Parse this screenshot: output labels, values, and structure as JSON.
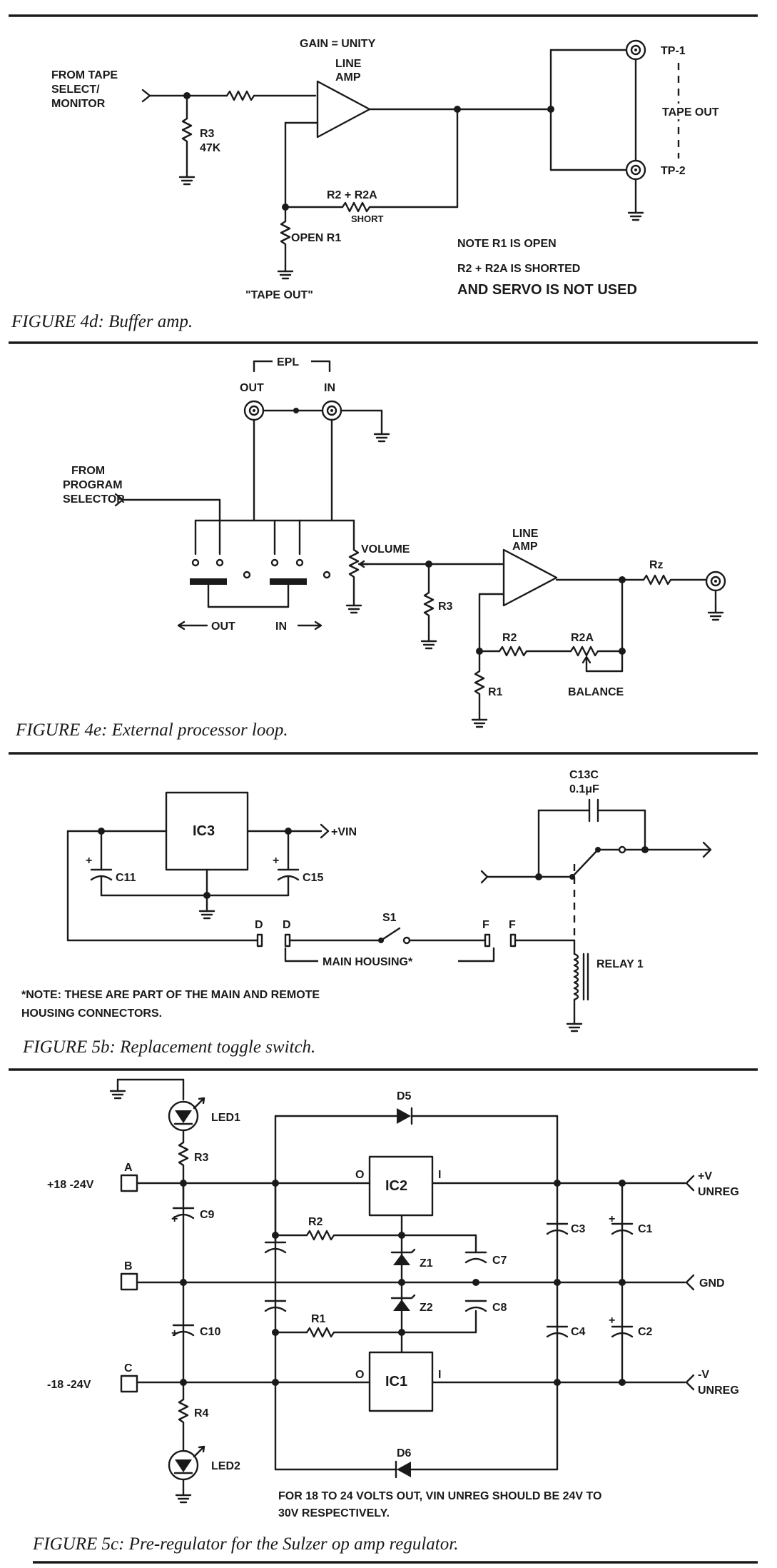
{
  "fig4d": {
    "caption": "FIGURE 4d: Buffer amp.",
    "gain": "GAIN = UNITY",
    "source": [
      "FROM TAPE",
      "SELECT/",
      "MONITOR"
    ],
    "amp": [
      "LINE",
      "AMP"
    ],
    "r3": [
      "R3",
      "47K"
    ],
    "r2": "R2   +   R2A",
    "short": "SHORT",
    "r1": "OPEN R1",
    "tape_out_q": "\"TAPE OUT\"",
    "tp1": "TP-1",
    "tp2": "TP-2",
    "tape_out": "TAPE OUT",
    "notes": [
      "NOTE R1 IS OPEN",
      "R2 + R2A IS SHORTED",
      "AND SERVO IS NOT USED"
    ]
  },
  "fig4e": {
    "caption": "FIGURE 4e: External processor loop.",
    "epl": "EPL",
    "out": "OUT",
    "in": "IN",
    "source": [
      "FROM",
      "PROGRAM",
      "SELECTOR"
    ],
    "out_arrow": "OUT",
    "in_arrow": "IN",
    "volume": "VOLUME",
    "r3": "R3",
    "amp": [
      "LINE",
      "AMP"
    ],
    "rz": "Rz",
    "r2": "R2",
    "r2a": "R2A",
    "r1": "R1",
    "balance": "BALANCE"
  },
  "fig5b": {
    "caption": "FIGURE 5b: Replacement toggle switch.",
    "ic3": "IC3",
    "vin": "+VIN",
    "c11": "C11",
    "c15": "C15",
    "c13c": [
      "C13C",
      "0.1μF"
    ],
    "d": "D",
    "f": "F",
    "s1": "S1",
    "housing": "MAIN HOUSING*",
    "relay": "RELAY 1",
    "note": [
      "*NOTE: THESE ARE PART OF THE MAIN AND REMOTE",
      "HOUSING CONNECTORS."
    ]
  },
  "fig5c": {
    "caption": "FIGURE 5c: Pre-regulator for the Sulzer op amp regulator.",
    "led1": "LED1",
    "led2": "LED2",
    "d5": "D5",
    "d6": "D6",
    "r3": "R3",
    "r4": "R4",
    "a": "A",
    "b": "B",
    "c": "C",
    "pos_in": "+18 -24V",
    "neg_in": "-18 -24V",
    "c9": "C9",
    "c10": "C10",
    "ic2": "IC2",
    "ic1": "IC1",
    "o": "O",
    "i": "I",
    "r2": "R2",
    "r1": "R1",
    "z1": "Z1",
    "z2": "Z2",
    "c7": "C7",
    "c8": "C8",
    "c3": "C3",
    "c4": "C4",
    "c1": "C1",
    "c2": "C2",
    "vplus": [
      "+V",
      "UNREG"
    ],
    "gnd": "GND",
    "vminus": [
      "-V",
      "UNREG"
    ],
    "note": [
      "FOR 18 TO 24 VOLTS OUT, VIN UNREG SHOULD BE 24V TO",
      "30V RESPECTIVELY."
    ]
  }
}
